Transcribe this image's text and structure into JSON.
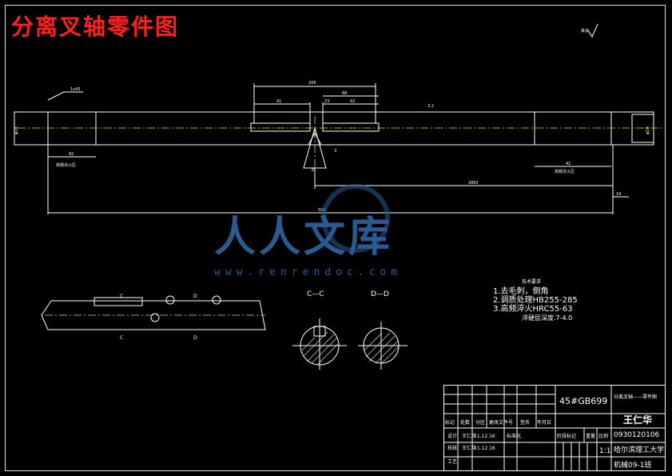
{
  "drawing": {
    "title": "分离叉轴零件图",
    "roughness_note": "其余",
    "dims": {
      "chamfer": "1x45",
      "left_dia": "φ18",
      "slot_span": "206",
      "slot_left_len": "41",
      "slot_right_total": "68",
      "slot_right_len": "42",
      "hole_space": "23",
      "right_offset": "42",
      "bottom_inner": "2862",
      "overall": "500",
      "right_end": "19",
      "right_dia": "φ18",
      "small_3": "3",
      "small_8": "8",
      "angle": "3.2"
    },
    "labels": {
      "left_harden": "高频淬火区",
      "right_harden": "高频淬火区",
      "section_cc": "C—C",
      "section_dd": "D—D",
      "cut_c": "C",
      "cut_d": "D"
    },
    "notes": {
      "heading": "技术要求",
      "lines": [
        "1.去毛刺，倒角",
        "2.调质处理HB255-285",
        "3.高频淬火HRC55-63",
        "淬硬层深度.7-4.0"
      ]
    }
  },
  "watermark": {
    "text": "人人文库",
    "url": "www.renrendoc.com"
  },
  "title_block": {
    "material": "45#GB699",
    "part_name": "分离叉轴——零件图",
    "author": "王仁华",
    "student_id": "0930120106",
    "scale": "1:1",
    "school": "哈尔滨理工大学",
    "class": "机械09-1班",
    "row_labels": {
      "mark": "标记",
      "count": "处数",
      "zone": "分区",
      "file_no": "更改文件号",
      "sign": "签名",
      "date": "年月日",
      "design": "设计",
      "check": "校核",
      "process": "工艺",
      "std": "标准化",
      "stage": "阶段标记",
      "weight": "重量",
      "ratio": "比例",
      "name1": "王仁华",
      "name2": "王仁华",
      "date1": "11.12.16",
      "date2": "11.12.16"
    }
  }
}
